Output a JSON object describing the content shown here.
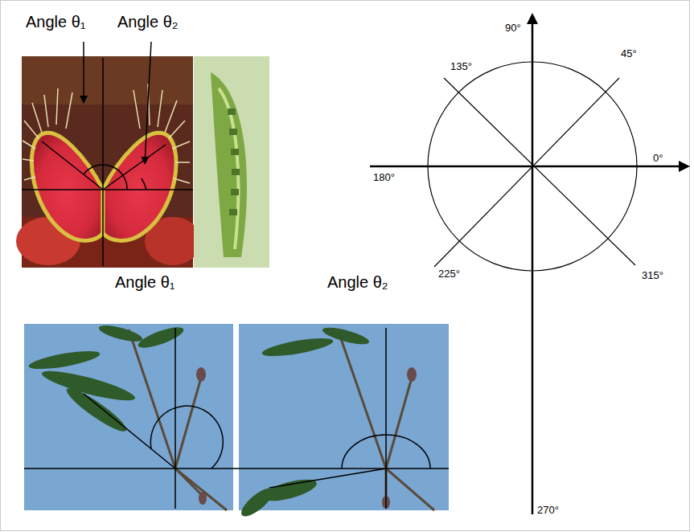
{
  "diagram": {
    "labels": [
      "Angle θ₁",
      "Angle θ₂",
      "Angle θ₁",
      "Angle θ₂",
      "90°",
      "45°",
      "135°",
      "0°",
      "180°",
      "225°",
      "315°",
      "270°"
    ]
  }
}
